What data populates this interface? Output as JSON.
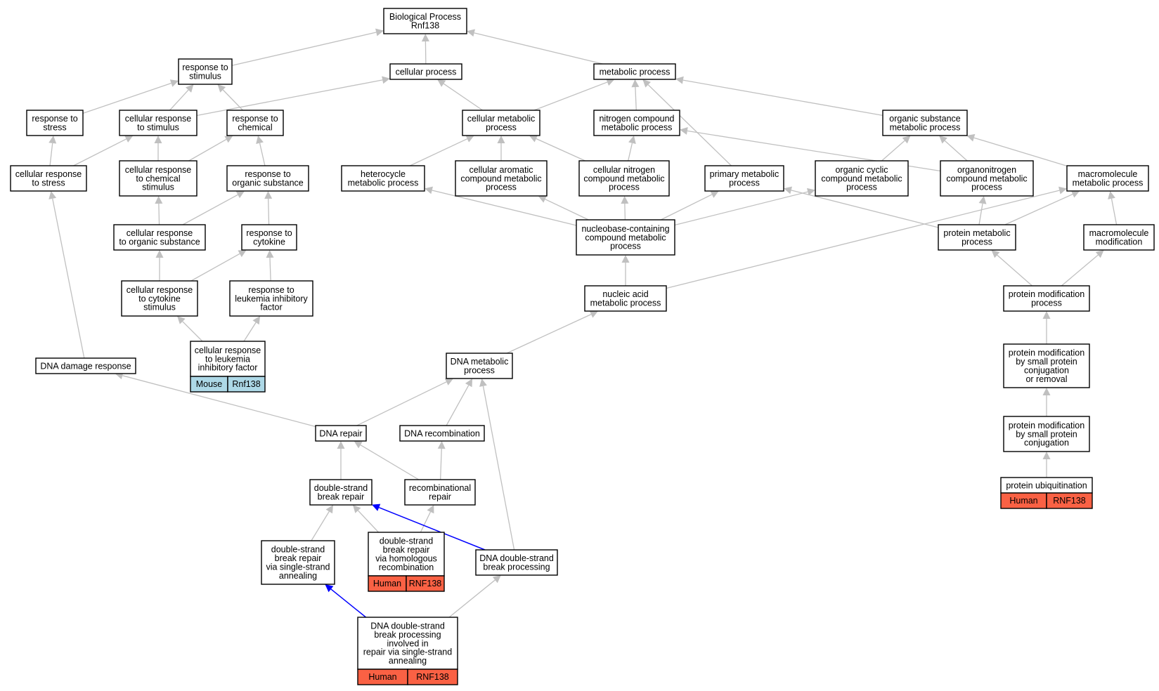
{
  "colors": {
    "mouse_annotation": "#add8e6",
    "human_annotation": "#fa6144",
    "default_edge": "#c0c0c0",
    "highlight_edge": "#0000ff"
  },
  "nodes": {
    "bp_root": [
      "Biological Process",
      "Rnf138"
    ],
    "response_to_stimulus": [
      "response to",
      "stimulus"
    ],
    "cellular_process": [
      "cellular process"
    ],
    "metabolic_process": [
      "metabolic process"
    ],
    "response_to_stress": [
      "response to",
      "stress"
    ],
    "cellular_response_to_stimulus": [
      "cellular response",
      "to stimulus"
    ],
    "response_to_chemical": [
      "response to",
      "chemical"
    ],
    "cellular_metabolic_process": [
      "cellular metabolic",
      "process"
    ],
    "nitrogen_compound_metabolic_process": [
      "nitrogen compound",
      "metabolic process"
    ],
    "organic_substance_metabolic_process": [
      "organic substance",
      "metabolic process"
    ],
    "cellular_response_to_stress": [
      "cellular response",
      "to stress"
    ],
    "cellular_response_to_chemical_stimulus": [
      "cellular response",
      "to chemical",
      "stimulus"
    ],
    "response_to_organic_substance": [
      "response to",
      "organic substance"
    ],
    "heterocycle_metabolic_process": [
      "heterocycle",
      "metabolic process"
    ],
    "cellular_aromatic_compound_metabolic_process": [
      "cellular aromatic",
      "compound metabolic",
      "process"
    ],
    "cellular_nitrogen_compound_metabolic_process": [
      "cellular nitrogen",
      "compound metabolic",
      "process"
    ],
    "primary_metabolic_process": [
      "primary metabolic",
      "process"
    ],
    "organic_cyclic_compound_metabolic_process": [
      "organic cyclic",
      "compound metabolic",
      "process"
    ],
    "organonitrogen_compound_metabolic_process": [
      "organonitrogen",
      "compound metabolic",
      "process"
    ],
    "macromolecule_metabolic_process": [
      "macromolecule",
      "metabolic process"
    ],
    "cellular_response_to_organic_substance": [
      "cellular response",
      "to organic substance"
    ],
    "response_to_cytokine": [
      "response to",
      "cytokine"
    ],
    "nucleobase_containing_compound_metabolic_process": [
      "nucleobase-containing",
      "compound metabolic",
      "process"
    ],
    "protein_metabolic_process": [
      "protein metabolic",
      "process"
    ],
    "macromolecule_modification": [
      "macromolecule",
      "modification"
    ],
    "cellular_response_to_cytokine_stimulus": [
      "cellular response",
      "to cytokine",
      "stimulus"
    ],
    "response_to_leukemia_inhibitory_factor": [
      "response to",
      "leukemia inhibitory",
      "factor"
    ],
    "nucleic_acid_metabolic_process": [
      "nucleic acid",
      "metabolic process"
    ],
    "protein_modification_process": [
      "protein modification",
      "process"
    ],
    "cellular_response_to_leukemia_inhibitory_factor": [
      "cellular response",
      "to leukemia",
      "inhibitory factor"
    ],
    "dna_damage_response": [
      "DNA damage response"
    ],
    "dna_metabolic_process": [
      "DNA metabolic",
      "process"
    ],
    "protein_modification_by_small_protein_conjugation_or_removal": [
      "protein modification",
      "by small protein",
      "conjugation",
      "or removal"
    ],
    "dna_repair": [
      "DNA repair"
    ],
    "dna_recombination": [
      "DNA recombination"
    ],
    "protein_modification_by_small_protein_conjugation": [
      "protein modification",
      "by small protein",
      "conjugation"
    ],
    "double_strand_break_repair": [
      "double-strand",
      "break repair"
    ],
    "recombinational_repair": [
      "recombinational",
      "repair"
    ],
    "protein_ubiquitination": [
      "protein ubiquitination"
    ],
    "dsb_repair_via_single_strand_annealing": [
      "double-strand",
      "break repair",
      "via single-strand",
      "annealing"
    ],
    "dsb_repair_via_homologous_recombination": [
      "double-strand",
      "break repair",
      "via homologous",
      "recombination"
    ],
    "dna_double_strand_break_processing": [
      "DNA double-strand",
      "break processing"
    ],
    "dsb_processing_involved_in_ssa": [
      "DNA double-strand",
      "break processing",
      "involved in",
      "repair via single-strand",
      "annealing"
    ]
  },
  "annotations": {
    "cellular_response_to_leukemia_inhibitory_factor": {
      "species": "Mouse",
      "gene": "Rnf138",
      "color": "#add8e6"
    },
    "protein_ubiquitination": {
      "species": "Human",
      "gene": "RNF138",
      "color": "#fa6144"
    },
    "dsb_repair_via_homologous_recombination": {
      "species": "Human",
      "gene": "RNF138",
      "color": "#fa6144"
    },
    "dsb_processing_involved_in_ssa": {
      "species": "Human",
      "gene": "RNF138",
      "color": "#fa6144"
    }
  },
  "edges": [
    {
      "from": "response_to_stimulus",
      "to": "bp_root"
    },
    {
      "from": "cellular_process",
      "to": "bp_root"
    },
    {
      "from": "metabolic_process",
      "to": "bp_root"
    },
    {
      "from": "response_to_stress",
      "to": "response_to_stimulus"
    },
    {
      "from": "cellular_response_to_stimulus",
      "to": "response_to_stimulus"
    },
    {
      "from": "cellular_response_to_stimulus",
      "to": "cellular_process"
    },
    {
      "from": "response_to_chemical",
      "to": "response_to_stimulus"
    },
    {
      "from": "cellular_metabolic_process",
      "to": "cellular_process"
    },
    {
      "from": "cellular_metabolic_process",
      "to": "metabolic_process"
    },
    {
      "from": "nitrogen_compound_metabolic_process",
      "to": "metabolic_process"
    },
    {
      "from": "organic_substance_metabolic_process",
      "to": "metabolic_process"
    },
    {
      "from": "primary_metabolic_process",
      "to": "metabolic_process"
    },
    {
      "from": "cellular_response_to_stress",
      "to": "response_to_stress"
    },
    {
      "from": "cellular_response_to_stress",
      "to": "cellular_response_to_stimulus"
    },
    {
      "from": "cellular_response_to_chemical_stimulus",
      "to": "cellular_response_to_stimulus"
    },
    {
      "from": "cellular_response_to_chemical_stimulus",
      "to": "response_to_chemical"
    },
    {
      "from": "response_to_organic_substance",
      "to": "response_to_chemical"
    },
    {
      "from": "heterocycle_metabolic_process",
      "to": "cellular_metabolic_process"
    },
    {
      "from": "cellular_aromatic_compound_metabolic_process",
      "to": "cellular_metabolic_process"
    },
    {
      "from": "cellular_nitrogen_compound_metabolic_process",
      "to": "cellular_metabolic_process"
    },
    {
      "from": "cellular_nitrogen_compound_metabolic_process",
      "to": "nitrogen_compound_metabolic_process"
    },
    {
      "from": "organic_cyclic_compound_metabolic_process",
      "to": "organic_substance_metabolic_process"
    },
    {
      "from": "organonitrogen_compound_metabolic_process",
      "to": "organic_substance_metabolic_process"
    },
    {
      "from": "organonitrogen_compound_metabolic_process",
      "to": "nitrogen_compound_metabolic_process"
    },
    {
      "from": "macromolecule_metabolic_process",
      "to": "organic_substance_metabolic_process"
    },
    {
      "from": "cellular_response_to_organic_substance",
      "to": "cellular_response_to_chemical_stimulus"
    },
    {
      "from": "cellular_response_to_organic_substance",
      "to": "response_to_organic_substance"
    },
    {
      "from": "response_to_cytokine",
      "to": "response_to_organic_substance"
    },
    {
      "from": "nucleobase_containing_compound_metabolic_process",
      "to": "heterocycle_metabolic_process"
    },
    {
      "from": "nucleobase_containing_compound_metabolic_process",
      "to": "cellular_aromatic_compound_metabolic_process"
    },
    {
      "from": "nucleobase_containing_compound_metabolic_process",
      "to": "cellular_nitrogen_compound_metabolic_process"
    },
    {
      "from": "nucleobase_containing_compound_metabolic_process",
      "to": "primary_metabolic_process"
    },
    {
      "from": "nucleobase_containing_compound_metabolic_process",
      "to": "organic_cyclic_compound_metabolic_process"
    },
    {
      "from": "protein_metabolic_process",
      "to": "primary_metabolic_process"
    },
    {
      "from": "protein_metabolic_process",
      "to": "organonitrogen_compound_metabolic_process"
    },
    {
      "from": "protein_metabolic_process",
      "to": "macromolecule_metabolic_process"
    },
    {
      "from": "macromolecule_modification",
      "to": "macromolecule_metabolic_process"
    },
    {
      "from": "cellular_response_to_cytokine_stimulus",
      "to": "cellular_response_to_organic_substance"
    },
    {
      "from": "cellular_response_to_cytokine_stimulus",
      "to": "response_to_cytokine"
    },
    {
      "from": "response_to_leukemia_inhibitory_factor",
      "to": "response_to_cytokine"
    },
    {
      "from": "nucleic_acid_metabolic_process",
      "to": "nucleobase_containing_compound_metabolic_process"
    },
    {
      "from": "nucleic_acid_metabolic_process",
      "to": "macromolecule_metabolic_process"
    },
    {
      "from": "protein_modification_process",
      "to": "protein_metabolic_process"
    },
    {
      "from": "protein_modification_process",
      "to": "macromolecule_modification"
    },
    {
      "from": "cellular_response_to_leukemia_inhibitory_factor",
      "to": "cellular_response_to_cytokine_stimulus"
    },
    {
      "from": "cellular_response_to_leukemia_inhibitory_factor",
      "to": "response_to_leukemia_inhibitory_factor"
    },
    {
      "from": "dna_damage_response",
      "to": "cellular_response_to_stress"
    },
    {
      "from": "dna_metabolic_process",
      "to": "nucleic_acid_metabolic_process"
    },
    {
      "from": "protein_modification_by_small_protein_conjugation_or_removal",
      "to": "protein_modification_process"
    },
    {
      "from": "dna_repair",
      "to": "dna_damage_response"
    },
    {
      "from": "dna_repair",
      "to": "dna_metabolic_process"
    },
    {
      "from": "dna_recombination",
      "to": "dna_metabolic_process"
    },
    {
      "from": "protein_modification_by_small_protein_conjugation",
      "to": "protein_modification_by_small_protein_conjugation_or_removal"
    },
    {
      "from": "double_strand_break_repair",
      "to": "dna_repair"
    },
    {
      "from": "recombinational_repair",
      "to": "dna_repair"
    },
    {
      "from": "recombinational_repair",
      "to": "dna_recombination"
    },
    {
      "from": "protein_ubiquitination",
      "to": "protein_modification_by_small_protein_conjugation"
    },
    {
      "from": "dsb_repair_via_single_strand_annealing",
      "to": "double_strand_break_repair"
    },
    {
      "from": "dsb_repair_via_homologous_recombination",
      "to": "double_strand_break_repair"
    },
    {
      "from": "dsb_repair_via_homologous_recombination",
      "to": "recombinational_repair"
    },
    {
      "from": "dna_double_strand_break_processing",
      "to": "double_strand_break_repair",
      "highlight": true
    },
    {
      "from": "dna_double_strand_break_processing",
      "to": "dna_metabolic_process"
    },
    {
      "from": "dsb_processing_involved_in_ssa",
      "to": "dsb_repair_via_single_strand_annealing",
      "highlight": true
    },
    {
      "from": "dsb_processing_involved_in_ssa",
      "to": "dna_double_strand_break_processing"
    }
  ]
}
